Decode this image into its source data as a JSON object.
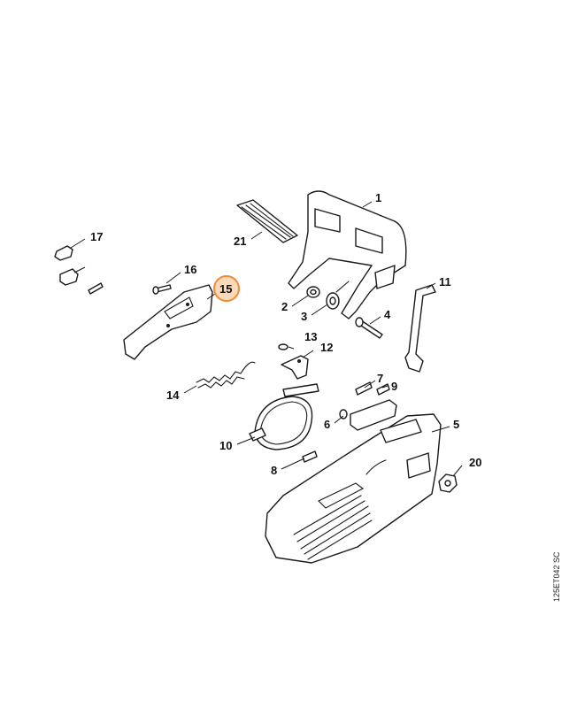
{
  "diagram": {
    "reference_code": "125ET042 SC",
    "highlight_color": "#ee8a3a",
    "highlighted_part": "15",
    "callouts": [
      {
        "id": "1",
        "label": "1"
      },
      {
        "id": "2",
        "label": "2"
      },
      {
        "id": "3",
        "label": "3"
      },
      {
        "id": "4",
        "label": "4"
      },
      {
        "id": "5",
        "label": "5"
      },
      {
        "id": "6",
        "label": "6"
      },
      {
        "id": "7",
        "label": "7"
      },
      {
        "id": "8",
        "label": "8"
      },
      {
        "id": "9",
        "label": "9"
      },
      {
        "id": "10",
        "label": "10"
      },
      {
        "id": "11",
        "label": "11"
      },
      {
        "id": "12",
        "label": "12"
      },
      {
        "id": "13",
        "label": "13"
      },
      {
        "id": "14",
        "label": "14"
      },
      {
        "id": "15",
        "label": "15"
      },
      {
        "id": "16",
        "label": "16"
      },
      {
        "id": "17",
        "label": "17"
      },
      {
        "id": "20",
        "label": "20"
      },
      {
        "id": "21",
        "label": "21"
      }
    ]
  }
}
